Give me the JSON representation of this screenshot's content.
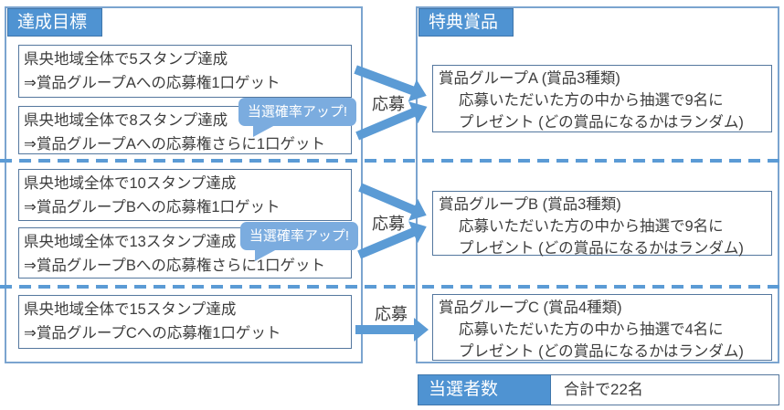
{
  "colors": {
    "accent": "#4f93d2",
    "accent_light": "#7bacdf",
    "arrow_blue": "#5b9bd5",
    "container_border": "#7ba4cf",
    "box_border": "#54779e",
    "text": "#3d3d3d"
  },
  "left_panel": {
    "title": "達成目標",
    "goals": [
      {
        "line1": "県央地域全体で5スタンプ達成",
        "line2": "⇒賞品グループAへの応募権1口ゲット"
      },
      {
        "line1": "県央地域全体で8スタンプ達成",
        "line2": "⇒賞品グループAへの応募権さらに1口ゲット"
      },
      {
        "line1": "県央地域全体で10スタンプ達成",
        "line2": "⇒賞品グループBへの応募権1口ゲット"
      },
      {
        "line1": "県央地域全体で13スタンプ達成",
        "line2": "⇒賞品グループBへの応募権さらに1口ゲット"
      },
      {
        "line1": "県央地域全体で15スタンプ達成",
        "line2": "⇒賞品グループCへの応募権1口ゲット"
      }
    ]
  },
  "right_panel": {
    "title": "特典賞品",
    "prizes": [
      {
        "line1": "賞品グループA (賞品3種類)",
        "line2": "応募いただいた方の中から抽選で9名に",
        "line3": "プレゼント (どの賞品になるかはランダム)"
      },
      {
        "line1": "賞品グループB (賞品3種類)",
        "line2": "応募いただいた方の中から抽選で9名に",
        "line3": "プレゼント (どの賞品になるかはランダム)"
      },
      {
        "line1": "賞品グループC (賞品4種類)",
        "line2": "応募いただいた方の中から抽選で4名に",
        "line3": "プレゼント (どの賞品になるかはランダム)"
      }
    ]
  },
  "labels": {
    "apply": "応募",
    "boost": "当選確率アップ!"
  },
  "summary": {
    "label": "当選者数",
    "value": "合計で22名"
  }
}
